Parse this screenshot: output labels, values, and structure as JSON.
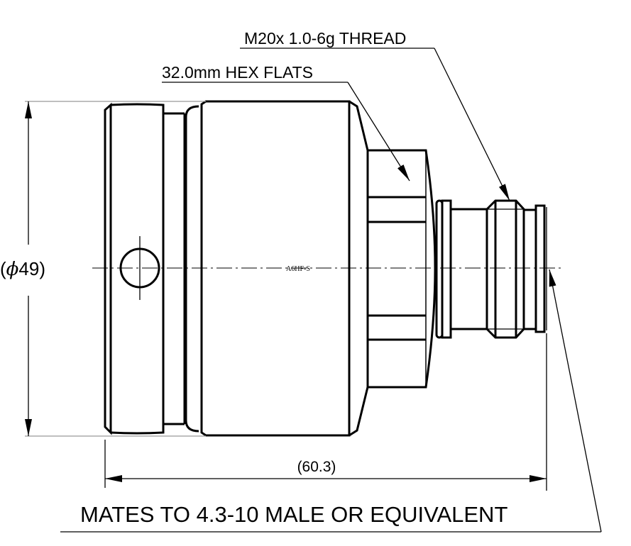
{
  "labels": {
    "thread": "M20x 1.0-6g THREAD",
    "hex_flats": "32.0mm HEX FLATS",
    "diameter_symbol": "ϕ",
    "diameter_value": "49",
    "length": "(60.3)",
    "part_id": "A6HF-S",
    "mates_note": "MATES TO 4.3-10 MALE OR EQUIVALENT"
  }
}
